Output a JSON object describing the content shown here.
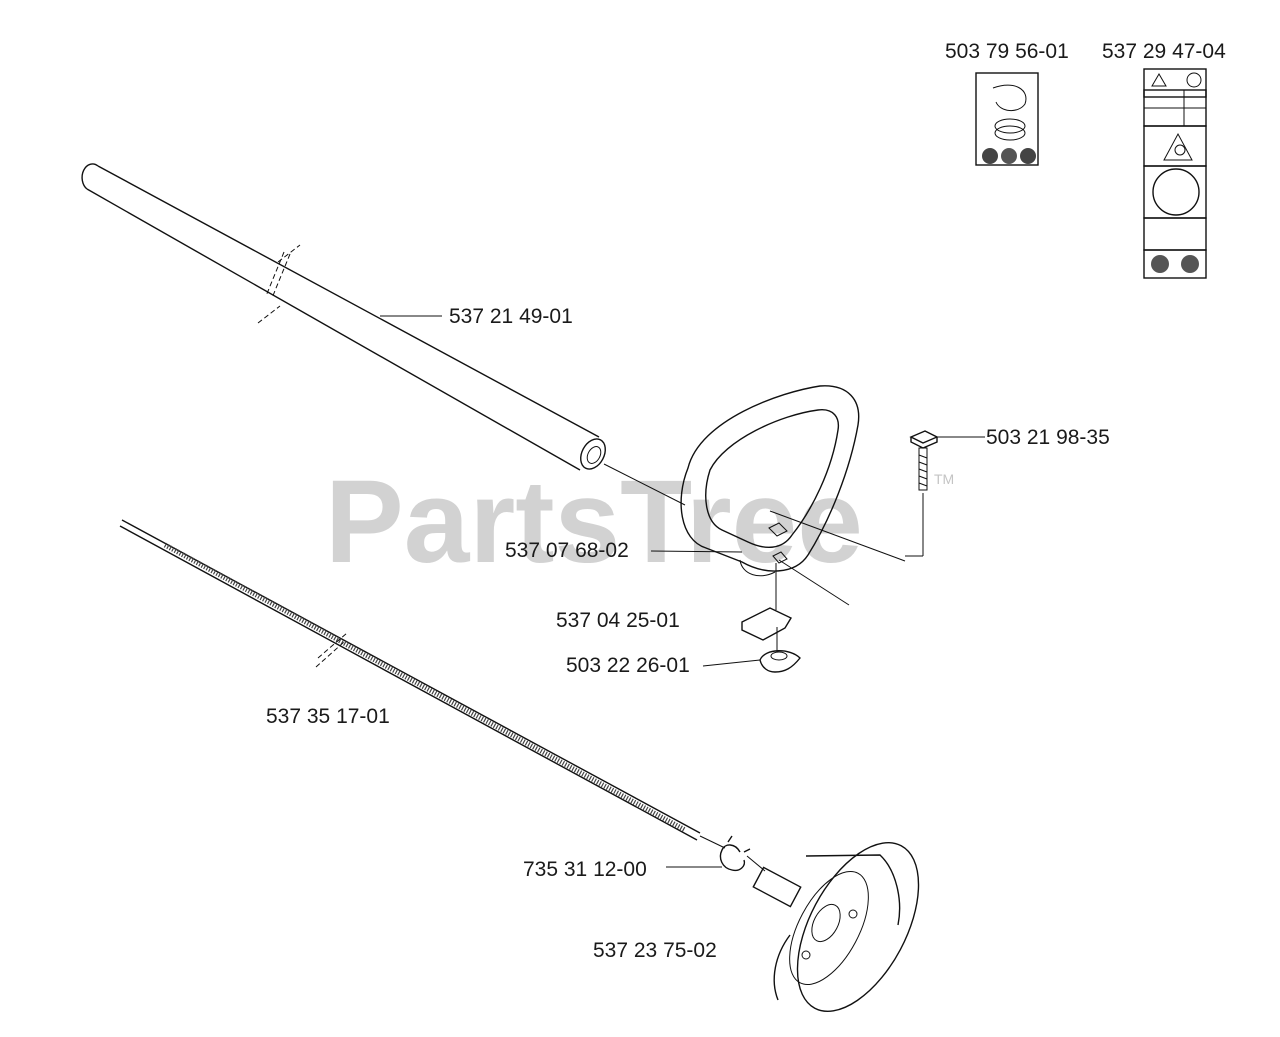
{
  "watermark": {
    "text": "PartsTree",
    "tm": "TM"
  },
  "labels": {
    "decal_a": "503 79 56-01",
    "decal_b": "537 29 47-04",
    "shaft_tube": "537 21 49-01",
    "screw": "503 21 98-35",
    "handle": "537 07 68-02",
    "bracket": "537 04 25-01",
    "knob": "503 22 26-01",
    "drive_shaft": "537 35 17-01",
    "clip": "735 31 12-00",
    "clutch_drum": "537 23 75-02"
  },
  "colors": {
    "ink": "#111111",
    "watermark": "#c4c4c4",
    "background": "#ffffff"
  }
}
